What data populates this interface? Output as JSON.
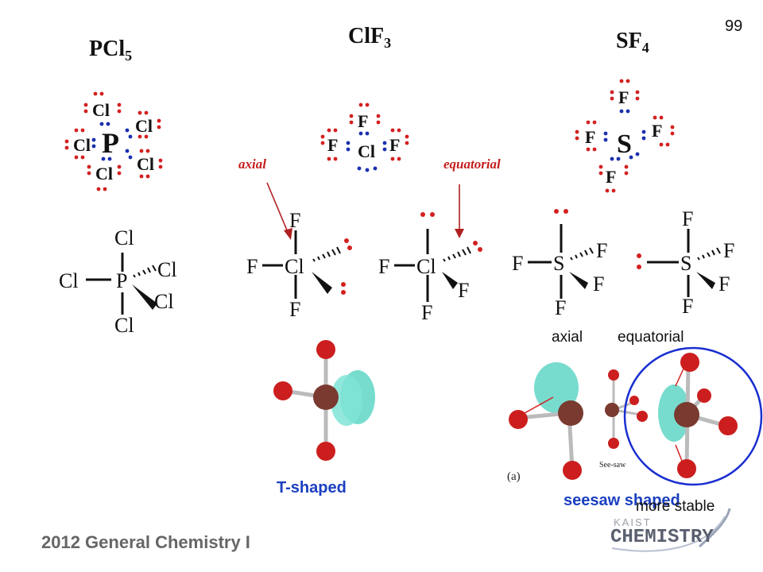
{
  "page_number": "99",
  "footer": "2012 General Chemistry I",
  "titles": {
    "pcl5": {
      "base": "PCl",
      "sub": "5"
    },
    "clf3": {
      "base": "ClF",
      "sub": "3"
    },
    "sf4": {
      "base": "SF",
      "sub": "4"
    }
  },
  "lewis": {
    "pcl5_center": "P",
    "cl": "Cl",
    "f": "F",
    "s": "S",
    "p": "P"
  },
  "annotations": {
    "axial_italic": "axial",
    "equatorial_italic": "equatorial",
    "axial_plain": "axial",
    "equatorial_plain": "equatorial"
  },
  "captions": {
    "t_shaped": "T-shaped",
    "seesaw_shaped": "seesaw shaped",
    "more_stable": "more stable",
    "panel_a": "(a)",
    "see_saw": "See-saw"
  },
  "logo": {
    "top": "KAIST",
    "bottom": "CHEMISTRY"
  },
  "colors": {
    "lone_pair_red": "#d42020",
    "bonding_blue": "#1a2fb0",
    "atom_red": "#cc1e1e",
    "atom_brown": "#7a3a30",
    "lobe_teal": "#5fd6c6",
    "caption_blue": "#1a3fbf",
    "circle_blue": "#1a2fcf"
  }
}
